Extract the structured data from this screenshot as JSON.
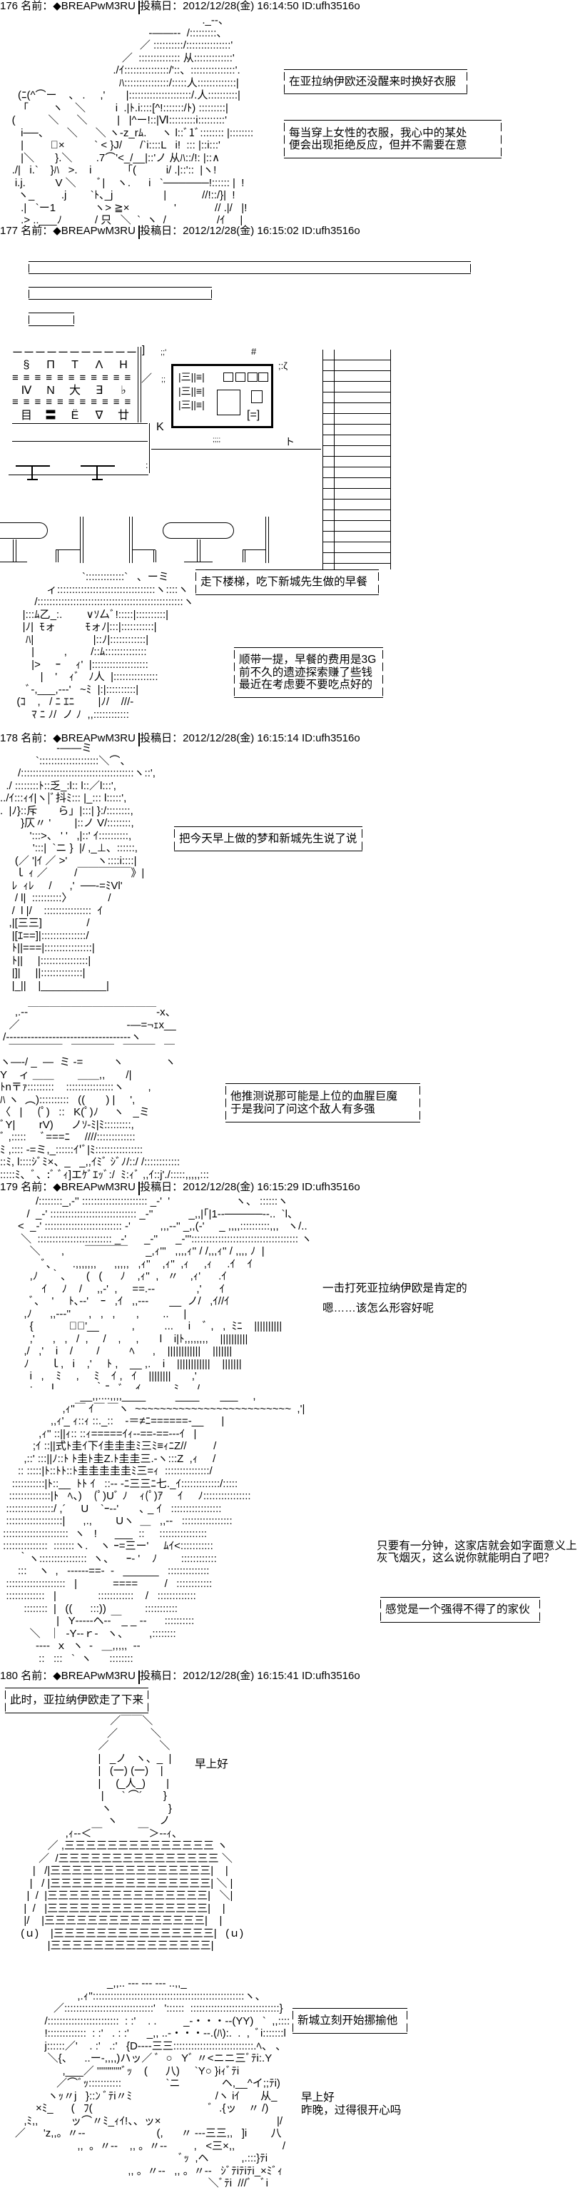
{
  "posts": [
    {
      "number": "176",
      "name_label": "名前：",
      "tripcode": "◆BREAPwM3RU",
      "date_label": "投稿日：",
      "date": "2012/12/28(金)",
      "time": "16:14:50",
      "id": "ID:ufh3516o"
    },
    {
      "number": "177",
      "name_label": "名前：",
      "tripcode": "◆BREAPwM3RU",
      "date_label": "投稿日：",
      "date": "2012/12/28(金)",
      "time": "16:15:02",
      "id": "ID:ufh3516o"
    },
    {
      "number": "178",
      "name_label": "名前：",
      "tripcode": "◆BREAPwM3RU",
      "date_label": "投稿日：",
      "date": "2012/12/28(金)",
      "time": "16:15:14",
      "id": "ID:ufh3516o"
    },
    {
      "number": "179",
      "name_label": "名前：",
      "tripcode": "◆BREAPwM3RU",
      "date_label": "投稿日：",
      "date": "2012/12/28(金)",
      "time": "16:15:29",
      "id": "ID:ufh3516o"
    },
    {
      "number": "180",
      "name_label": "名前：",
      "tripcode": "◆BREAPwM3RU",
      "date_label": "投稿日：",
      "date": "2012/12/28(金)",
      "time": "16:15:41",
      "id": "ID:ufh3516o"
    }
  ],
  "captions": {
    "change_clothes": [
      "在亚拉纳伊欧还没醒来时换好衣服"
    ],
    "rejection": [
      "每当穿上女性的衣服，我心中的某处",
      "便会出现拒绝反应，但并不需要在意"
    ],
    "downstairs": [
      "走下楼梯，吃下新城先生做的早餐"
    ],
    "breakfast_cost": [
      "顺带一提，早餐的费用是3G",
      "前不久的遗迹探索赚了些钱",
      "最近在考虑要不要吃点好的"
    ],
    "dream": [
      "把今天早上做的梦和新城先生说了说"
    ],
    "guess": [
      "他推测说那可能是上位的血腥巨魔",
      "于是我问了问这个敌人有多强"
    ],
    "strong": [
      "感觉是一个强得不得了的家伙"
    ],
    "came_down": [
      "此时，亚拉纳伊欧走了下来"
    ],
    "tease": [
      "新城立刻开始挪揄他"
    ]
  },
  "dialogue": {
    "one_hit": "一击打死亚拉纳伊欧是肯定的",
    "how_to_say": "嗯……该怎么形容好呢",
    "one_minute": [
      "只要有一分钟，这家店就会如字面意义上",
      "灰飞烟灭，这么说你就能明白了吧？"
    ],
    "good_morning_1": "早上好",
    "good_morning_2": [
      "早上好",
      "昨晚，过得很开心吗"
    ]
  },
  "room": {
    "shelf_top": "ーーーーーーーーーーー",
    "shelf_bracket": "]",
    "shelf_divider": "≡≡≡≡≡≡≡≡≡≡≡",
    "shelf_row1": [
      "§",
      "Π",
      "T",
      "Λ",
      "H"
    ],
    "shelf_row2": [
      "Ⅳ",
      "N",
      "大",
      "∃",
      "♭"
    ],
    "shelf_row3": [
      "目",
      "〓",
      "Ë",
      "∇",
      "廿"
    ],
    "slash": "／",
    "k_mark": "K",
    "to_mark": "ト",
    "hash_mark": "#",
    "dots_a": ";;'",
    "dots_b": ";;",
    "dots_c": ";:ζ",
    "dots_d": ";;;;",
    "dots_e": ":",
    "frame_rows": [
      "|三||≡|",
      "|三||≡|",
      "|三||≡|"
    ],
    "frame_bracket": "[=]"
  },
  "aa": {
    "scene_176": [
      "                                                                    ._--、",
      "                                                  -——--  /:::::::::、",
      "                                               ／ ::::::::::/:::::::::::::::'",
      "                                         ／  :::::::::::::: 从:::::::::::::'",
      "                                      ./ｲ:::::::::::::::/'::、:::::::::::::::'.",
      "                                        ﾊ:::::::::::::::/:::::人:::::::::::::|",
      "      (ﾆ(^⌒ー    、 .     ,'       |:::::::::::::::::::::/.人::::::::::|",
      "      「        ヽ    ＼          i  .|ﾄ.i::::[^!:::::::/ﾄ) :::::::::|",
      "    (           ＼      ＼          |   |^ー!::|Ⅵ:::::::::i:::::::::'",
      "       i──、      ＼      ＼ ヽ-z_rﾑ.     ヽ l::ﾞ1ﾞ:::::::: |::::::::'",
      "       |         ﾞ×          ` < }J/      /`i::::L   i!  ::: |::i:::'",
      "       |＼       }.＼        .7⌒'<_/__|::'ノ 从ﾊ::/!: |::∧",
      "    ./|   i.`    }ﾊ   >.    i            ｢(          i/ .|::'::  |ヽ!",
      "     i.j.          V ＼       ﾞ|    ヽ.      i   `──────!:::::: |  !",
      "      ヽ_         .j        `ﾄ､_j                 |            //!::/}|  !",
      "       .|   `ー1             ヽ> ≧×               '             // .|/   |!  '",
      "       .> ..___ﾉ           / 只   ＼  `  ヽ  /                 /ｲ     |     /"
    ],
    "scene_breakfast": [
      "                        `:::::::::::::`   、ーミ",
      "            ィ:::::::::::::::::::::::::::::::::ヽ::::ヽ",
      "        /:::::::::::::::::::::::::::::::::::::::::::::::::ヽ",
      "    |:::ﾑ乙_:.        ∨ｿ厶ﾞ!:::::|::::::::::|",
      "    |ﾉ|  ﾓォ          ﾓォﾉ|:::|:::::::::::|",
      "     ﾊ|                    |::ﾉ|::::::::::::|",
      "       |          ,        /::ﾑ::::::::::::::",
      "       |>     ｰ     ｨ'  |:::::::::::::::::::",
      "          |    '    ｨﾞ   ﾉ人  |:::::::::::::::",
      "     ﾞ-,___,--‐'   ~ﾐ  |:|::::::::::|",
      "  (ｺ    ,   / ﾆ ｴﾆ        |ﾉ/    ///‐",
      "       ﾏ ﾆ ﾉ/  ノ ﾉ  ,,::::::::::::"
    ],
    "scene_178": [
      "                   -——ミ",
      "            `::::::::::::::::::::＼⌒、",
      "      /::::::::::::::::::::::::::::::::::::::ヽ::',",
      "  ./ ::::::::ﾄ::乏_:l:: l::／l:::',",
      "../ｲ:::ｨｲ|ヽ|ﾞ抖ﾐ::: |_::: l:::::',",
      ".  |ﾉ}::斥       ら」|:::| }:/::::::::,",
      "       }仄〃 '        |::ノ V/::::::::,",
      "          ':::>、 ' '   ,|::' ｲ::::::::::,",
      "           ':::|  `ニ }  |/ ,_⊥、::::::,",
      "     (／ '|ｲ ／ >'          ヽ::::i::::|",
      "     ｌ ｨ ／         /￣￣￣￣￣》|",
      "    ﾚ  ｨﾚ     /      ,'  ──‐=ﾐVl'",
      "     / l|  ::::::::::〉            /",
      "    /  l |/    ::::::::::::::::  ｲ",
      "   ,|[三三]               /",
      "    |[ｴ==]|:::::::::::::::/",
      "    ﾄ||===|::::::::::::::::|",
      "    ﾄ||     |::::::::::::::::|",
      "    |]|     ||::::::::::::::|",
      "    |_||    |___________|"
    ],
    "scene_helmet": [
      "     ,.-‐￣￣￣￣￣￣￣￣￣￣￣￣‐x、",
      "   ／                                    ‐―=¬ｪx__",
      " /‐‐‐‐‐‐‐‐‐‐‐‐‐‐‐‐‐‐‐‐‐‐‐‐‐‐‐‐‐‐‐‐‐‐‐ヽ",
      "   ￣￣￣￣￣   ￣￣￣￣   ￣￣￣   ￣",
      "ヽ―‐/ _  ―  ミ ‐=          ヽ              ヽ",
      "Y    ィ ＿＿        ＿＿,,       /|",
      "ﾄn〒ｧ:::::::::    ::::::::::::::::ヽ        ,",
      "ﾊ ヽ  ︵)::::::::::   ((       ) |     ',",
      "〈   |     (ﾟ)   ::   K(ﾟ)ﾉ     ヽ   _ミ",
      "ﾞY|        rV)      ノｿ‐ﾐ|ﾐ:::::::::,",
      "ﾞ ,:::::     ﾞ===ﾆ     ////:::::::::::::",
      "ﾐ ,:::: -=ミ,_::::::ｲ'ﾞ|ﾐ::::::::::::::::",
      "::ﾐ, l::::ｼﾞﾐ×、_   _,,ｲﾐﾞ ｼﾞﾉ/::/ /::::::::::::",
      ":::::ﾐ、ﾞ、:ﾞ ﾞｨ]エｹﾞｴｯﾞ:/  ﾐ:ｨﾞ ,,ｲ::j'./:::::,,,,,:::"
    ],
    "scene_179": [
      "            /::::::::_,-'' :::::::::::::::::::::: _-'  '                      ヽ、 ::::::ヽ",
      "         /  _-' ::::::::::::::::::::::::::::: _-''            _,,|｢|1‐‐─────‐‐..  `l、",
      "      <  _-' :::::::::::::::::::::::::: -'          ,,,-‐'' _,,(-'     _ ,,,,::::::::::,,,   ヽ/..",
      "       ＼  ::::::::::::::::::::::::: _-'      _-''      _-''':::::::::::::::::::::::::::::::::::: ヽ",
      "          ＼       ,       ￣￣￣￣      _,ｨ'''   ,,,,ｨ'' / /,,,ｨ'' / ,,,, ﾉ  |",
      "              ﾞ､       .,,,,,,,      ,,,,,   ,ｨ''    ,ｨ''  ,ｨ     ,ｨ     .ｲ    ｲ",
      "          ,ﾉ    ｀、     (   (      ﾉ    ,ｨ''  ,   〃    ,ｨ'      .ｲ",
      "              ｲ     ﾉ    /     ,,-'  ,     ==.‐‐              ,'      ｲ",
      "          ﾞ､    '     ﾄ､--'    ｰ   ,ｲ   ,,---       __  ノ/   ,ｲ//ｲ",
      "        ,ﾉ      ,,--‐''      ,   ,   ,       ,        ..     |",
      "          {            ﾞｰ'__           ,          ...     i    ﾞ ,   ,  ﾐﾆ    ||||||||||",
      "          ,'      ,   ,   /  ,     /    ,     ,       l    i|ﾄ,,,,,,,,    ||||||||||",
      "        ,/   ,'    i    /        /          ﾍ      ,    ||||||||||||    |||||||",
      "        ﾉ       ｌ,   i    ,'     ﾄ ,    __ ,.    i    ||||||||||||    |||||||",
      "          i   ,    ﾐ     ,     ﾐ    ｲ ,   ｲ    ||||||||       ,'",
      "          :     ｌ           .｀ﾆ   ﾞ    ｲ      ,    ﾐ      /"
    ],
    "scene_shop": [
      "                           __,,....,,,,____          ____       ___     ,",
      "                     ,ｨ''￣ ｲ￣ ￣ヽ  ~~~~~~~~~~~~~~~~~~~~~~~~~  ,'|",
      "                 ,,ｨ'_ ｨ::ｨ ::._::    ‐＝≠ﾆ======‐__      |",
      "             ,ｨ'' ::||ｨ:: ::ｨ=====ｲｨ--==‐==---ｲ   |",
      "           ;ｲ ::||式ﾄ圭ｲ下ｲ圭圭圭ﾐ三ﾐ≡ｨﾆZ//         /",
      "        ,::' :::||ﾉ::ﾄ ﾄ圭ﾄ圭Z.ﾄ圭圭三.‐ヽ:::Z  ,ｨ     /",
      "      :: :::::|ﾄ::ﾄﾄ::ﾄ圭圭圭圭圭ﾐ三=ｨ  :::::::::::::::/",
      "    :::::::::::|ﾄ::__  ﾄﾄ ｲ   ::‐‐ ‐ﾆ三三ﾆ七._ｲ:::::::::::::/:::::",
      "   ::::::::::::::|ﾄ   ﾍ、)    (ﾟ)Uﾞ ﾉ    ｨ(ﾟ)ｱ     ｲ     ﾉ::::::::::::::::",
      "  ::::::::::::::::/ ,´     U    `ｰ--'       ､ _ ｲ   :::::::::::::::::",
      "  :::::::::::::::::::|      ,.,        Uヽ  ＿   ,,-‐   :::::::::::::::::",
      " ::::::::::::::::::::::  ヽ   !      ___  ::     ::::::::::::::::",
      " :::::::::::::::  :::::::ヽ.    ヽ ｰ=三ー'     ﾑｲ<:::::::::::",
      "      ｀ヽ::::::::::::::::  ヽ、    ｰ‐ '    ﾉ        ::::::::::::",
      "      :::    ヽ  ,   ‐-‐---==-  ‐   ______   ::::::::::::::",
      "  ::::::::::::::::::::   |            ====         /   ::::::::::::",
      "  :::::::::::::   |              ::::::::::::    /   :::::::::::::",
      "        ::::::::  |   ((      :::))             :::::::::::",
      "                   |   Y‐-‐‐-ヘ‐‐￣_ _ ‐-      ::::::::::",
      "          ＼   ｜  ‐Y‐-ｒ‐   ヽ、       ,::::::::",
      "            ‐-‐‐  ｘ  ヽ  ‐   ＿,,,,,  ‐‐",
      "             ::   :::   `  ヽ      ::::::::"
    ],
    "scene_180": [
      "                                     ／￣￣＼",
      "                                    ／           ＼",
      "                                 ／                 ＼",
      "                                 |   _ノ   ヽ、_  |",
      "                                 |   (一) (一)    |",
      "                                 |     (_人_)       |",
      "                                  |      ` ⌒´       }",
      "                                  ヽ                   }",
      "                                    ヽ              ノ",
      "                      ,ｨ‐‐＜￣            ￣＞‐‐ｨ、",
      "                ／ ,三三三三三三三三三三三三三三 ヽ",
      "             ／  /三三三三三三三三三三三三三三三 ＼",
      "           |   /|三三三三三三三三三三三三三三三|    |",
      "          |   / |三三三三三三三三三三三三三三三| ＼ |",
      "         |  /  |三三三三三三三三三三三三三三三|   ＼|",
      "        |  /   |三三三三三三三三三三三三三三三|    |",
      "        |/    |三三三三三三三三三三三三三三三|    |",
      "       (ｕ)    |三三三三三三三三三三三三三三三|   (ｕ)",
      "                |三三三三三三三三三三三三三三三|"
    ],
    "scene_tease": [
      "                                    _,,.. ‐‐‐ ‐‐‐ ‐‐‐ ..,,_",
      "                          ,.ｨ'':::::::::::::::::::::::::::::::::::::::::::::::::::ヽ、",
      "                  ／::::::::::::::::::::::::::::::'   '::::::  ::::::::::::::::::::::::::::::}",
      "               /::::::::::::::::::::::::  : :'    . .         _‐・・・‐‐(ΥΥ)   `  ,,:::::::::i",
      "               !:::::::::::::  : :'   . : :'      _,, ..‐・・・‐‐.(ﾊ):.  .  ,  ﾞi:::::::l",
      "               j::::::／'    . :'   .:'   {D‐‐‐‐三三:::::::::::::::::::::::::::.ﾍ、 、  ）／",
      "                ＼{、    ..ー‐,,,,)ハッ／ ﾞ  ○   Yﾞ 〃<ニニ三ﾞﾃi:.Y",
      "                     ,___／ ''''''''''''ﾞｯ    (      八)     `Y○ }iｨﾞﾃi",
      "                   ／⌒ﾞｯ:::::::::::               `ニ              ヘ,__^イ;;ﾃi)",
      "                ヽｯ〃j   }::ﾝ ﾞﾃi〃ﾐ                            /ヽ iｲ       从_",
      "            ×ﾐ_      (   ﾌ(                                       ﾞ  .{ッ    〃 /)",
      "        ,ﾐ,,           ッ⌒〃ﾐ_ｨｲ!、、ッ×                                       |/",
      "     ／      'z,,。〃‐‐                        (,      〃 ‐‐‐三三,,   ]i        八",
      "                          ,,  。〃‐‐    ,, 。〃‐‐         ,   <三×,,                /",
      "                                                            ﾞｯ  ,ヘ           ,.:::}ﾃi",
      "                                           ,, 。〃‐‐   ,, 。〃‐‐   ｼﾞﾃiﾃiﾃi_×ﾐﾞｨ    )",
      "                                                                      ＼ﾞﾃi  ///ﾞ   ﾞi",
      "                                                                 ,,"
    ]
  }
}
